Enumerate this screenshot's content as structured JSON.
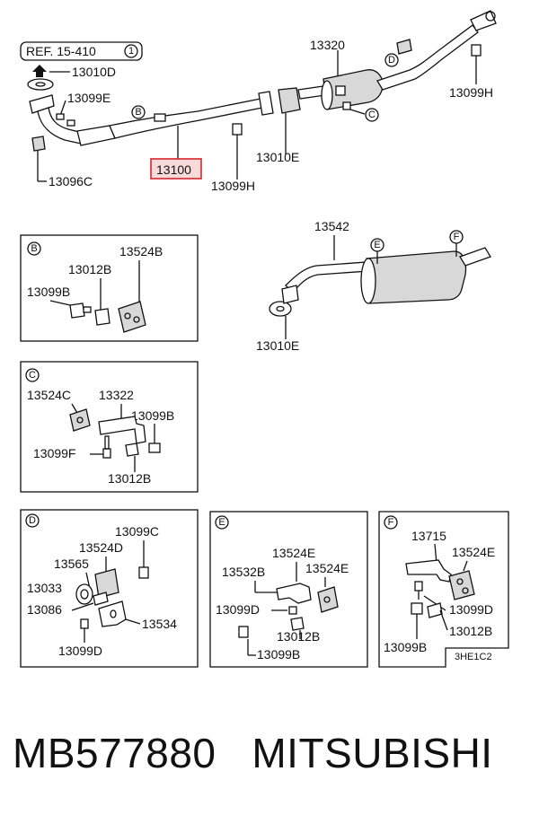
{
  "main": {
    "ref_label": "REF. 15-410",
    "ref_circle": "1",
    "labels": {
      "13010D": "13010D",
      "13099E": "13099E",
      "13096C": "13096C",
      "13100": "13100",
      "13099H_a": "13099H",
      "13010E_a": "13010E",
      "13320": "13320",
      "13099H_b": "13099H"
    },
    "callouts": {
      "B": "B",
      "C": "C",
      "D": "D"
    },
    "highlight_color": "#d9232d"
  },
  "rear": {
    "labels": {
      "13542": "13542",
      "13010E": "13010E"
    },
    "callouts": {
      "E": "E",
      "F": "F"
    }
  },
  "box_b": {
    "tag": "B",
    "labels": [
      "13524B",
      "13012B",
      "13099B"
    ]
  },
  "box_c": {
    "tag": "C",
    "labels": [
      "13524C",
      "13322",
      "13099B",
      "13099F",
      "13012B"
    ]
  },
  "box_d": {
    "tag": "D",
    "labels": [
      "13099C",
      "13524D",
      "13565",
      "13033",
      "13086",
      "13534",
      "13099D"
    ]
  },
  "box_e": {
    "tag": "E",
    "labels": [
      "13524E",
      "13532B",
      "13524E",
      "13099D",
      "13012B",
      "13099B"
    ]
  },
  "box_f": {
    "tag": "F",
    "labels": [
      "13715",
      "13524E",
      "13099D",
      "13012B",
      "13099B"
    ],
    "code": "3HE1C2"
  },
  "footer": {
    "part_number": "MB577880",
    "brand": "MITSUBISHI"
  }
}
